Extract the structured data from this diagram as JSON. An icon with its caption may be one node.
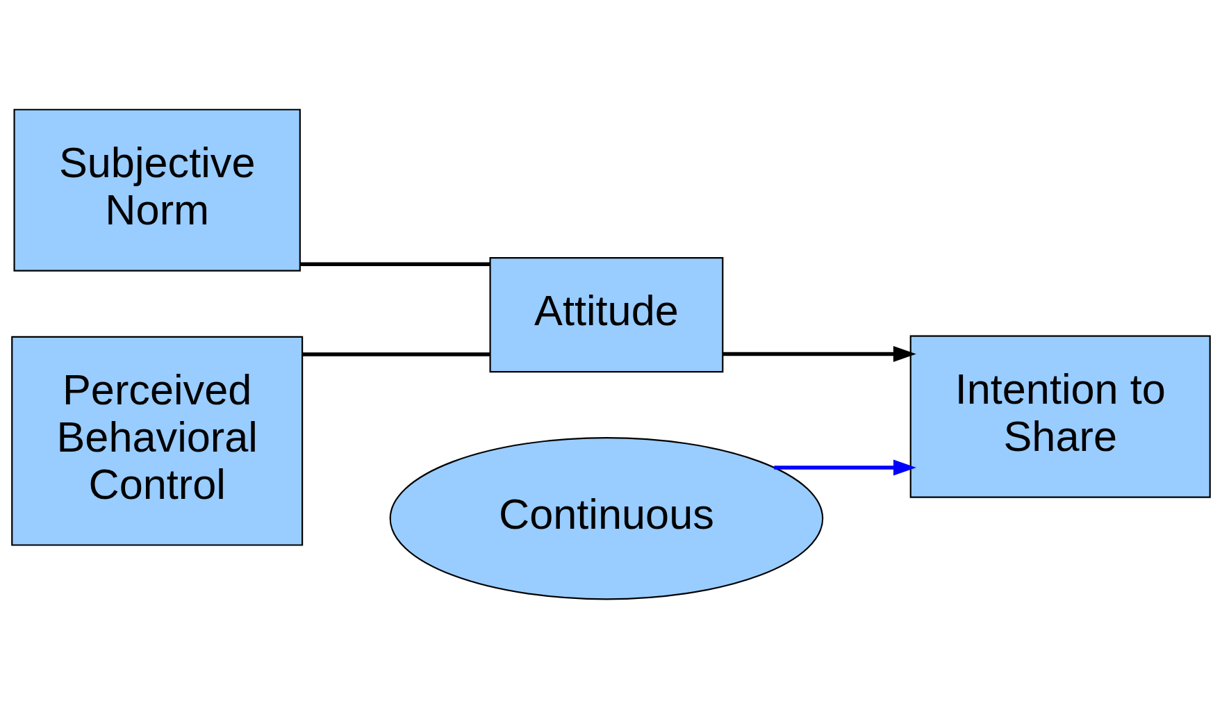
{
  "diagram": {
    "nodes": [
      {
        "text": [
          "Subjective Norm"
        ]
      },
      {
        "text": [
          "Perceived Behavioral Control"
        ]
      },
      {
        "text": [
          "Attitude"
        ]
      },
      {
        "text": [
          "Intention to Share"
        ]
      },
      {
        "text": [
          "Continuous"
        ]
      }
    ],
    "edges": [
      {
        "from": 0,
        "to": 2,
        "arrow": "none"
      },
      {
        "from": 1,
        "to": 2,
        "arrow": "none"
      },
      {
        "from": 2,
        "to": 3,
        "arrow": "to"
      },
      {
        "from": 4,
        "to": 3,
        "arrow": "to",
        "color": "#0000ff"
      }
    ]
  }
}
